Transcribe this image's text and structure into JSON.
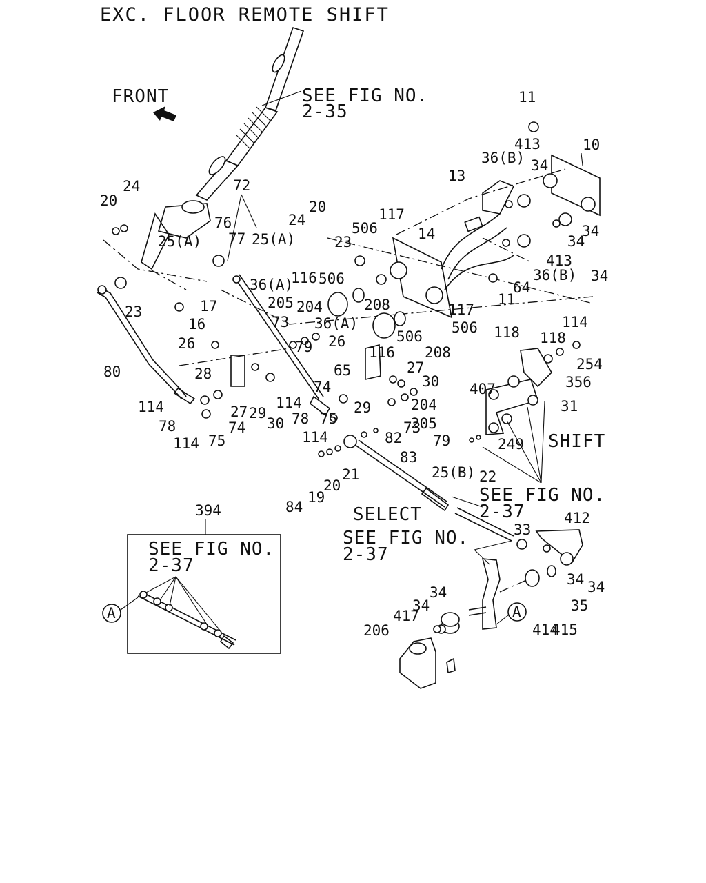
{
  "title": "EXC. FLOOR REMOTE SHIFT",
  "front_label": "FRONT",
  "notes": {
    "shaft_ref_line1": "SEE FIG NO.",
    "shaft_ref_line2": "2-35",
    "shift_label": "SHIFT",
    "shift_ref_line1": "SEE FIG NO.",
    "shift_ref_line2": "2-37",
    "select_label": "SELECT",
    "select_ref_line1": "SEE FIG NO.",
    "select_ref_line2": "2-37",
    "inset_ref_line1": "SEE FIG NO.",
    "inset_ref_line2": "2-37",
    "inset_part_no": "394",
    "circle_a": "A"
  },
  "part_labels": [
    "11",
    "10",
    "13",
    "36(B)",
    "413",
    "34",
    "34",
    "34",
    "34",
    "413",
    "36(B)",
    "64",
    "11",
    "117",
    "14",
    "506",
    "117",
    "506",
    "20",
    "24",
    "25(A)",
    "23",
    "116",
    "506",
    "36(A)",
    "208",
    "506",
    "116",
    "208",
    "205",
    "204",
    "73",
    "36(A)",
    "79",
    "26",
    "65",
    "27",
    "30",
    "29",
    "74",
    "114",
    "78",
    "75",
    "204",
    "73",
    "205",
    "79",
    "82",
    "114",
    "83",
    "21",
    "20",
    "19",
    "84",
    "25(B)",
    "22",
    "114",
    "118",
    "118",
    "254",
    "356",
    "31",
    "407",
    "249",
    "72",
    "76",
    "77",
    "25(A)",
    "24",
    "20",
    "23",
    "17",
    "16",
    "26",
    "28",
    "80",
    "114",
    "78",
    "114",
    "75",
    "74",
    "27",
    "29",
    "30",
    "33",
    "412",
    "34",
    "34",
    "35",
    "415",
    "414",
    "34",
    "34",
    "417",
    "206"
  ]
}
